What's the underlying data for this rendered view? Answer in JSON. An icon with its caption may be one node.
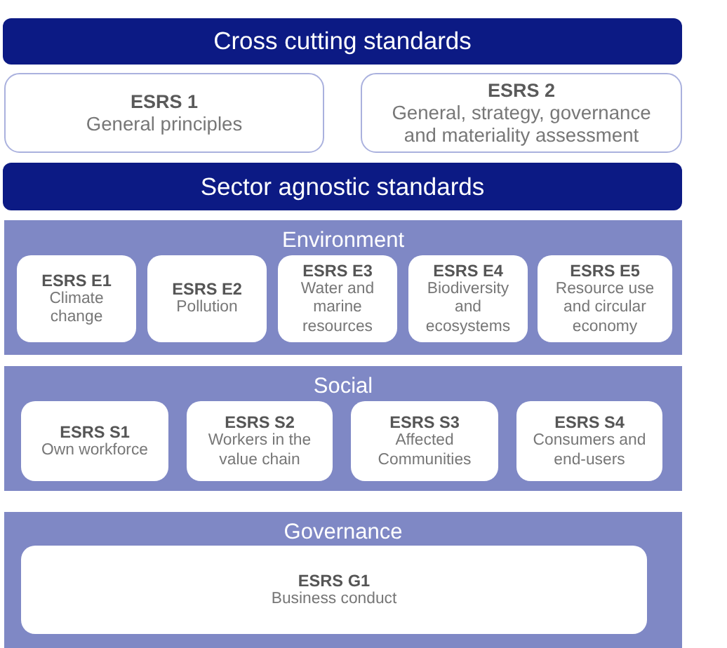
{
  "diagram": {
    "nodes": [
      {
        "text": [
          "Cross cutting standards"
        ]
      },
      {
        "text": [
          "ESRS 1",
          "General principles"
        ]
      },
      {
        "text": [
          "ESRS 2",
          "General, strategy, governance and materiality assessment"
        ]
      },
      {
        "text": [
          "Sector agnostic standards"
        ]
      },
      {
        "text": [
          "Environment"
        ]
      },
      {
        "text": [
          "ESRS E1",
          "Climate change"
        ],
        "in": 4
      },
      {
        "text": [
          "ESRS E2",
          "Pollution"
        ],
        "in": 4
      },
      {
        "text": [
          "ESRS E3",
          "Water and marine resources"
        ],
        "in": 4
      },
      {
        "text": [
          "ESRS E4",
          "Biodiversity and ecosystems"
        ],
        "in": 4
      },
      {
        "text": [
          "ESRS E5",
          "Resource use and circular economy"
        ],
        "in": 4
      },
      {
        "text": [
          "Social"
        ]
      },
      {
        "text": [
          "ESRS S1",
          "Own workforce"
        ],
        "in": 10
      },
      {
        "text": [
          "ESRS S2",
          "Workers in the value chain"
        ],
        "in": 10
      },
      {
        "text": [
          "ESRS S3",
          "Affected Communities"
        ],
        "in": 10
      },
      {
        "text": [
          "ESRS S4",
          "Consumers and end-users"
        ],
        "in": 10
      },
      {
        "text": [
          "Governance"
        ]
      },
      {
        "text": [
          "ESRS G1",
          "Business conduct"
        ],
        "in": 15
      }
    ],
    "edges": []
  }
}
